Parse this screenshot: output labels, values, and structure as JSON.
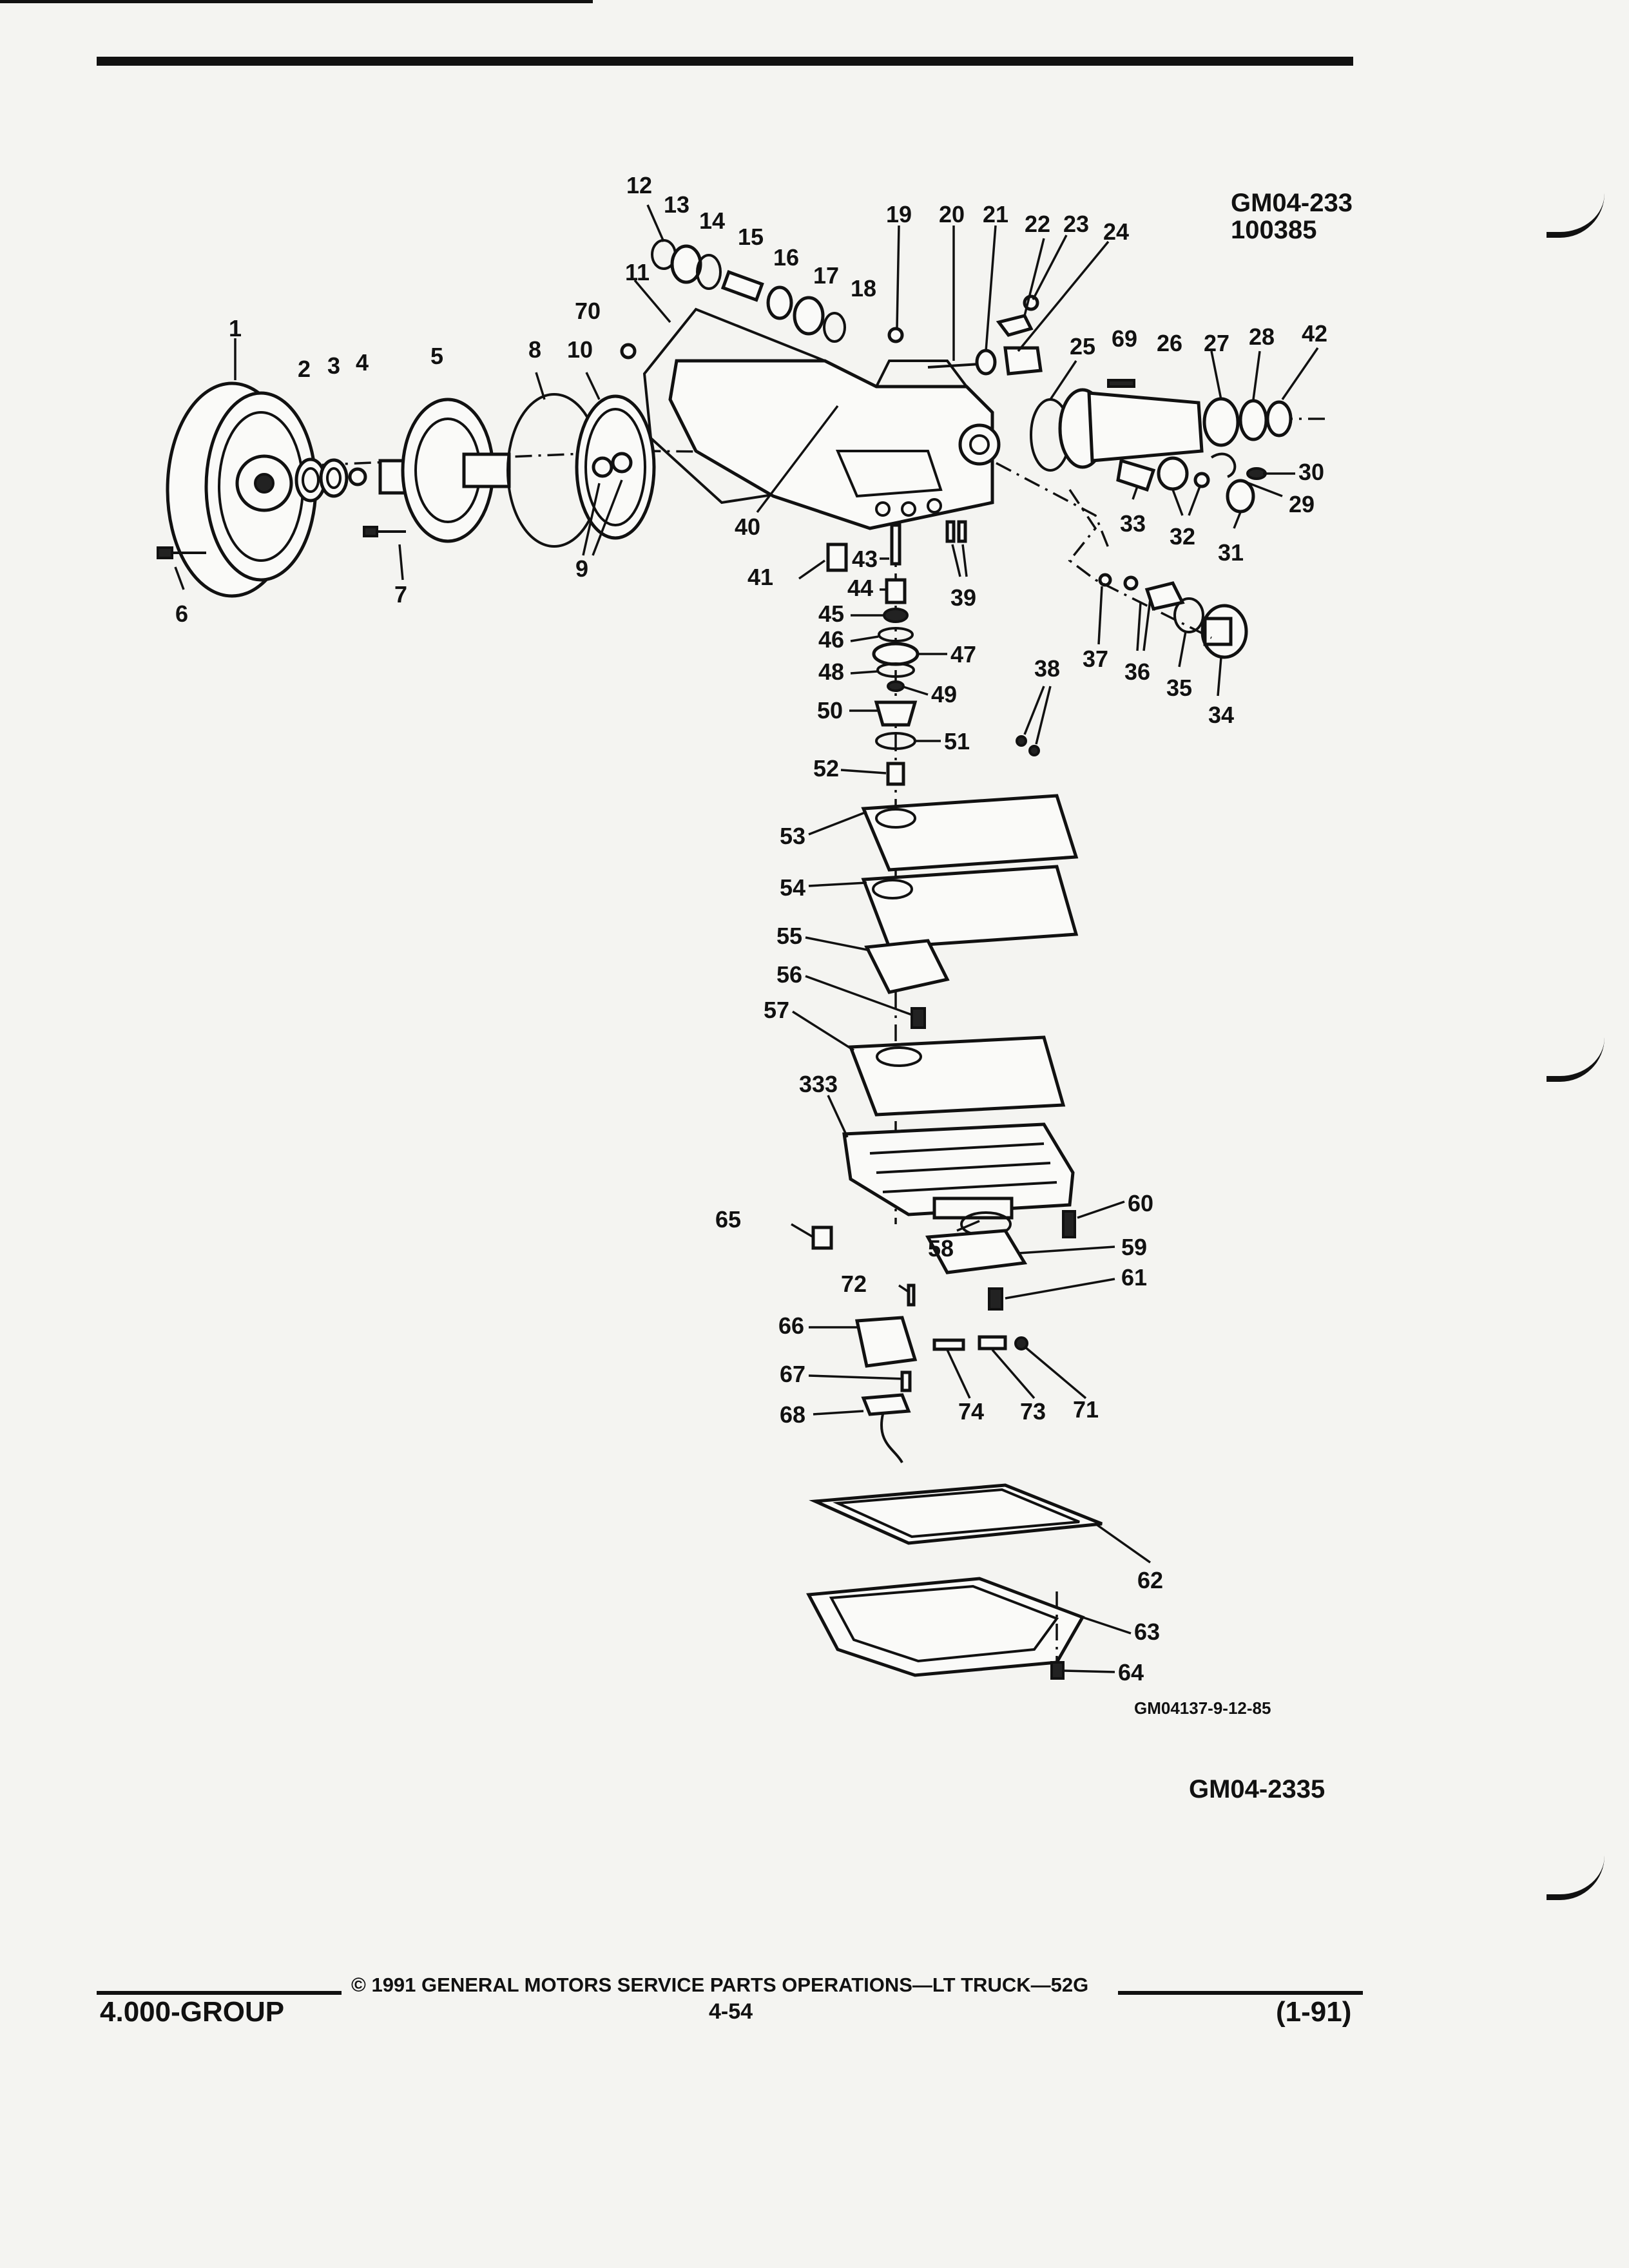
{
  "page": {
    "header_code": "GM04-233",
    "header_date": "100385",
    "illustration_code": "GM04137-9-12-85",
    "figure_code": "GM04-2335"
  },
  "footer": {
    "copyright": "© 1991 GENERAL MOTORS SERVICE PARTS OPERATIONS—LT TRUCK—52G",
    "group": "4.000-GROUP",
    "page_number": "4-54",
    "revision": "(1-91)"
  },
  "callouts": [
    {
      "id": "c1",
      "text": "1"
    },
    {
      "id": "c2",
      "text": "2"
    },
    {
      "id": "c3",
      "text": "3"
    },
    {
      "id": "c4",
      "text": "4"
    },
    {
      "id": "c5",
      "text": "5"
    },
    {
      "id": "c6",
      "text": "6"
    },
    {
      "id": "c7",
      "text": "7"
    },
    {
      "id": "c8",
      "text": "8"
    },
    {
      "id": "c9",
      "text": "9"
    },
    {
      "id": "c10",
      "text": "10"
    },
    {
      "id": "c11",
      "text": "11"
    },
    {
      "id": "c12",
      "text": "12"
    },
    {
      "id": "c13",
      "text": "13"
    },
    {
      "id": "c14",
      "text": "14"
    },
    {
      "id": "c15",
      "text": "15"
    },
    {
      "id": "c16",
      "text": "16"
    },
    {
      "id": "c17",
      "text": "17"
    },
    {
      "id": "c18",
      "text": "18"
    },
    {
      "id": "c19",
      "text": "19"
    },
    {
      "id": "c20",
      "text": "20"
    },
    {
      "id": "c21",
      "text": "21"
    },
    {
      "id": "c22",
      "text": "22"
    },
    {
      "id": "c23",
      "text": "23"
    },
    {
      "id": "c24",
      "text": "24"
    },
    {
      "id": "c25",
      "text": "25"
    },
    {
      "id": "c26",
      "text": "26"
    },
    {
      "id": "c27",
      "text": "27"
    },
    {
      "id": "c28",
      "text": "28"
    },
    {
      "id": "c29",
      "text": "29"
    },
    {
      "id": "c30",
      "text": "30"
    },
    {
      "id": "c31",
      "text": "31"
    },
    {
      "id": "c32",
      "text": "32"
    },
    {
      "id": "c33",
      "text": "33"
    },
    {
      "id": "c34",
      "text": "34"
    },
    {
      "id": "c35",
      "text": "35"
    },
    {
      "id": "c36",
      "text": "36"
    },
    {
      "id": "c37",
      "text": "37"
    },
    {
      "id": "c38",
      "text": "38"
    },
    {
      "id": "c39",
      "text": "39"
    },
    {
      "id": "c40",
      "text": "40"
    },
    {
      "id": "c41",
      "text": "41"
    },
    {
      "id": "c42",
      "text": "42"
    },
    {
      "id": "c43",
      "text": "43"
    },
    {
      "id": "c44",
      "text": "44"
    },
    {
      "id": "c45",
      "text": "45"
    },
    {
      "id": "c46",
      "text": "46"
    },
    {
      "id": "c47",
      "text": "47"
    },
    {
      "id": "c48",
      "text": "48"
    },
    {
      "id": "c49",
      "text": "49"
    },
    {
      "id": "c50",
      "text": "50"
    },
    {
      "id": "c51",
      "text": "51"
    },
    {
      "id": "c52",
      "text": "52"
    },
    {
      "id": "c53",
      "text": "53"
    },
    {
      "id": "c54",
      "text": "54"
    },
    {
      "id": "c55",
      "text": "55"
    },
    {
      "id": "c56",
      "text": "56"
    },
    {
      "id": "c57",
      "text": "57"
    },
    {
      "id": "c333",
      "text": "333"
    },
    {
      "id": "c58",
      "text": "58"
    },
    {
      "id": "c59",
      "text": "59"
    },
    {
      "id": "c60",
      "text": "60"
    },
    {
      "id": "c61",
      "text": "61"
    },
    {
      "id": "c62",
      "text": "62"
    },
    {
      "id": "c63",
      "text": "63"
    },
    {
      "id": "c64",
      "text": "64"
    },
    {
      "id": "c65",
      "text": "65"
    },
    {
      "id": "c66",
      "text": "66"
    },
    {
      "id": "c67",
      "text": "67"
    },
    {
      "id": "c68",
      "text": "68"
    },
    {
      "id": "c69",
      "text": "69"
    },
    {
      "id": "c70",
      "text": "70"
    },
    {
      "id": "c71",
      "text": "71"
    },
    {
      "id": "c72",
      "text": "72"
    },
    {
      "id": "c73",
      "text": "73"
    },
    {
      "id": "c74",
      "text": "74"
    }
  ]
}
